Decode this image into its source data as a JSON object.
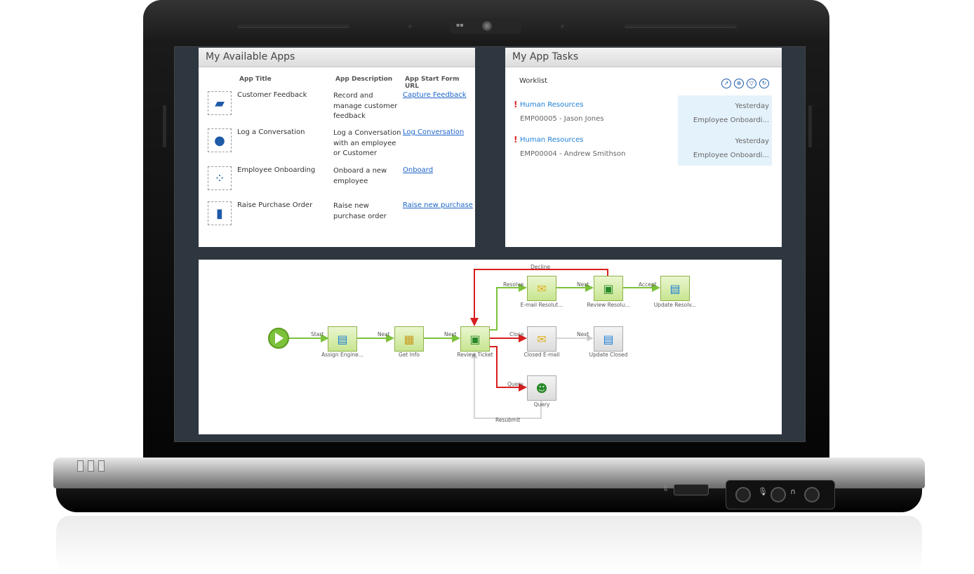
{
  "apps_panel": {
    "title": "My Available Apps",
    "headers": {
      "title": "App Title",
      "description": "App Description",
      "url": "App Start Form URL"
    },
    "rows": [
      {
        "title": "Customer Feedback",
        "description": "Record and manage customer feedback",
        "link": "Capture Feedback",
        "icon": "chat-bubble-icon"
      },
      {
        "title": "Log a Conversation",
        "description": "Log a Conversation with an employee or Customer",
        "link": "Log Conversation",
        "icon": "conversation-icon"
      },
      {
        "title": "Employee Onboarding",
        "description": "Onboard a new employee",
        "link": "Onboard",
        "icon": "people-icon"
      },
      {
        "title": "Raise Purchase Order",
        "description": "Raise new purchase order",
        "link": "Raise new purchase",
        "icon": "document-icon"
      }
    ]
  },
  "tasks_panel": {
    "title": "My App Tasks",
    "worklist_label": "Worklist",
    "toolbar_icons": [
      "open-icon",
      "share-icon",
      "filter-icon",
      "refresh-icon"
    ],
    "tasks": [
      {
        "priority": "!",
        "group": "Human Resources",
        "employee": "EMP00005 - Jason Jones",
        "when": "Yesterday",
        "process": "Employee Onboardi..."
      },
      {
        "priority": "!",
        "group": "Human Resources",
        "employee": "EMP00004 - Andrew Smithson",
        "when": "Yesterday",
        "process": "Employee Onboardi..."
      }
    ]
  },
  "workflow": {
    "nodes": {
      "assign": "Assign Engine...",
      "getinfo": "Get Info",
      "review": "Review Ticket",
      "email_res": "E-mail Resolut...",
      "review_res": "Review Resolu...",
      "update_res": "Update Resolv...",
      "closed_email": "Closed E-mail",
      "update_closed": "Update Closed",
      "query": "Query"
    },
    "edges": {
      "start": "Start",
      "next1": "Next",
      "next2": "Next",
      "resolve": "Resolve",
      "next3": "Next",
      "accept": "Accept",
      "decline": "Decline",
      "close": "Close",
      "next4": "Next",
      "query": "Query",
      "resubmit": "Resubmit"
    },
    "colors": {
      "accept_path": "#7cc23a",
      "reject_path": "#d81e1e",
      "neutral_path": "#c8c8c8"
    }
  }
}
